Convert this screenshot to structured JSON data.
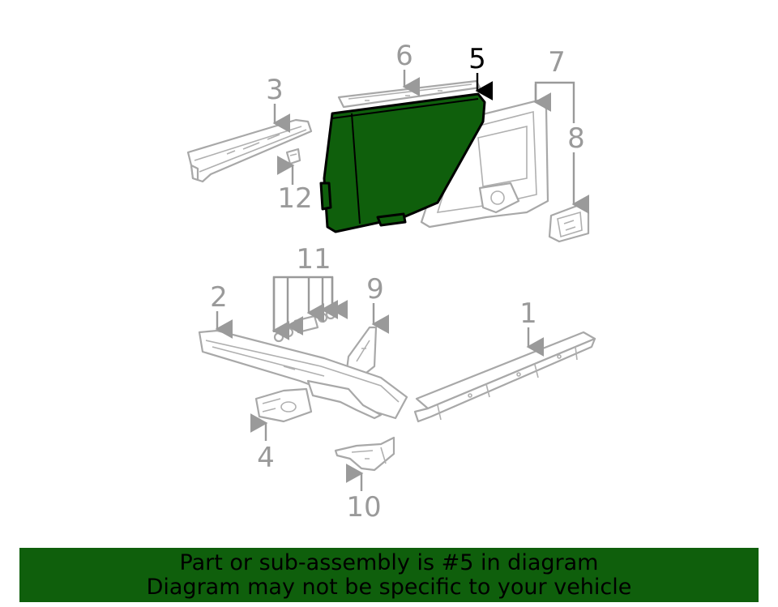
{
  "diagram": {
    "callouts": {
      "c1": "1",
      "c2": "2",
      "c3": "3",
      "c4": "4",
      "c5": "5",
      "c6": "6",
      "c7": "7",
      "c8": "8",
      "c9": "9",
      "c10": "10",
      "c11": "11",
      "c12": "12"
    },
    "highlighted_part": "5"
  },
  "banner": {
    "line1": "Part or sub-assembly is #5 in diagram",
    "line2": "Diagram may not be specific to your vehicle"
  },
  "colors": {
    "highlight_fill": "#0f5f0c",
    "line_art": "#a8a8a8",
    "banner_bg": "#0f5f0c"
  }
}
